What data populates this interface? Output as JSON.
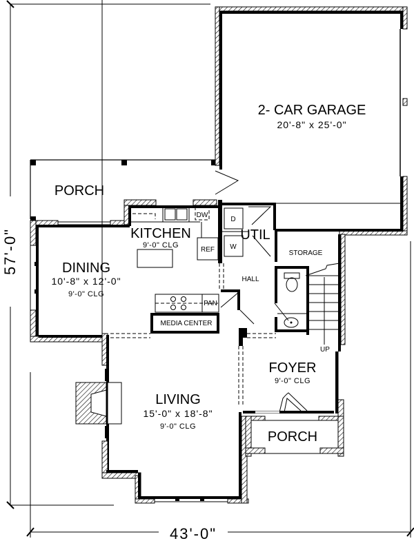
{
  "plan": {
    "overall_width": "43'-0\"",
    "overall_depth": "57'-0\"",
    "rooms": {
      "garage": {
        "name": "2- CAR GARAGE",
        "size": "20'-8\" x 25'-0\""
      },
      "rear_porch": {
        "name": "PORCH"
      },
      "kitchen": {
        "name": "KITCHEN",
        "ceiling": "9'-0\" CLG"
      },
      "dining": {
        "name": "DINING",
        "size": "10'-8\" x 12'-0\"",
        "ceiling": "9'-0\" CLG"
      },
      "util": {
        "name": "UTIL"
      },
      "storage": {
        "name": "STORAGE"
      },
      "hall": {
        "name": "HALL"
      },
      "living": {
        "name": "LIVING",
        "size": "15'-0\" x 18'-8\"",
        "ceiling": "9'-0\" CLG"
      },
      "foyer": {
        "name": "FOYER",
        "ceiling": "9'-0\" CLG"
      },
      "front_porch": {
        "name": "PORCH"
      }
    },
    "fixtures": {
      "dishwasher": "DW",
      "refrigerator": "REF",
      "dryer": "D",
      "washer": "W",
      "pantry": "PAN",
      "media_center": "MEDIA CENTER",
      "stairs": "UP"
    }
  }
}
